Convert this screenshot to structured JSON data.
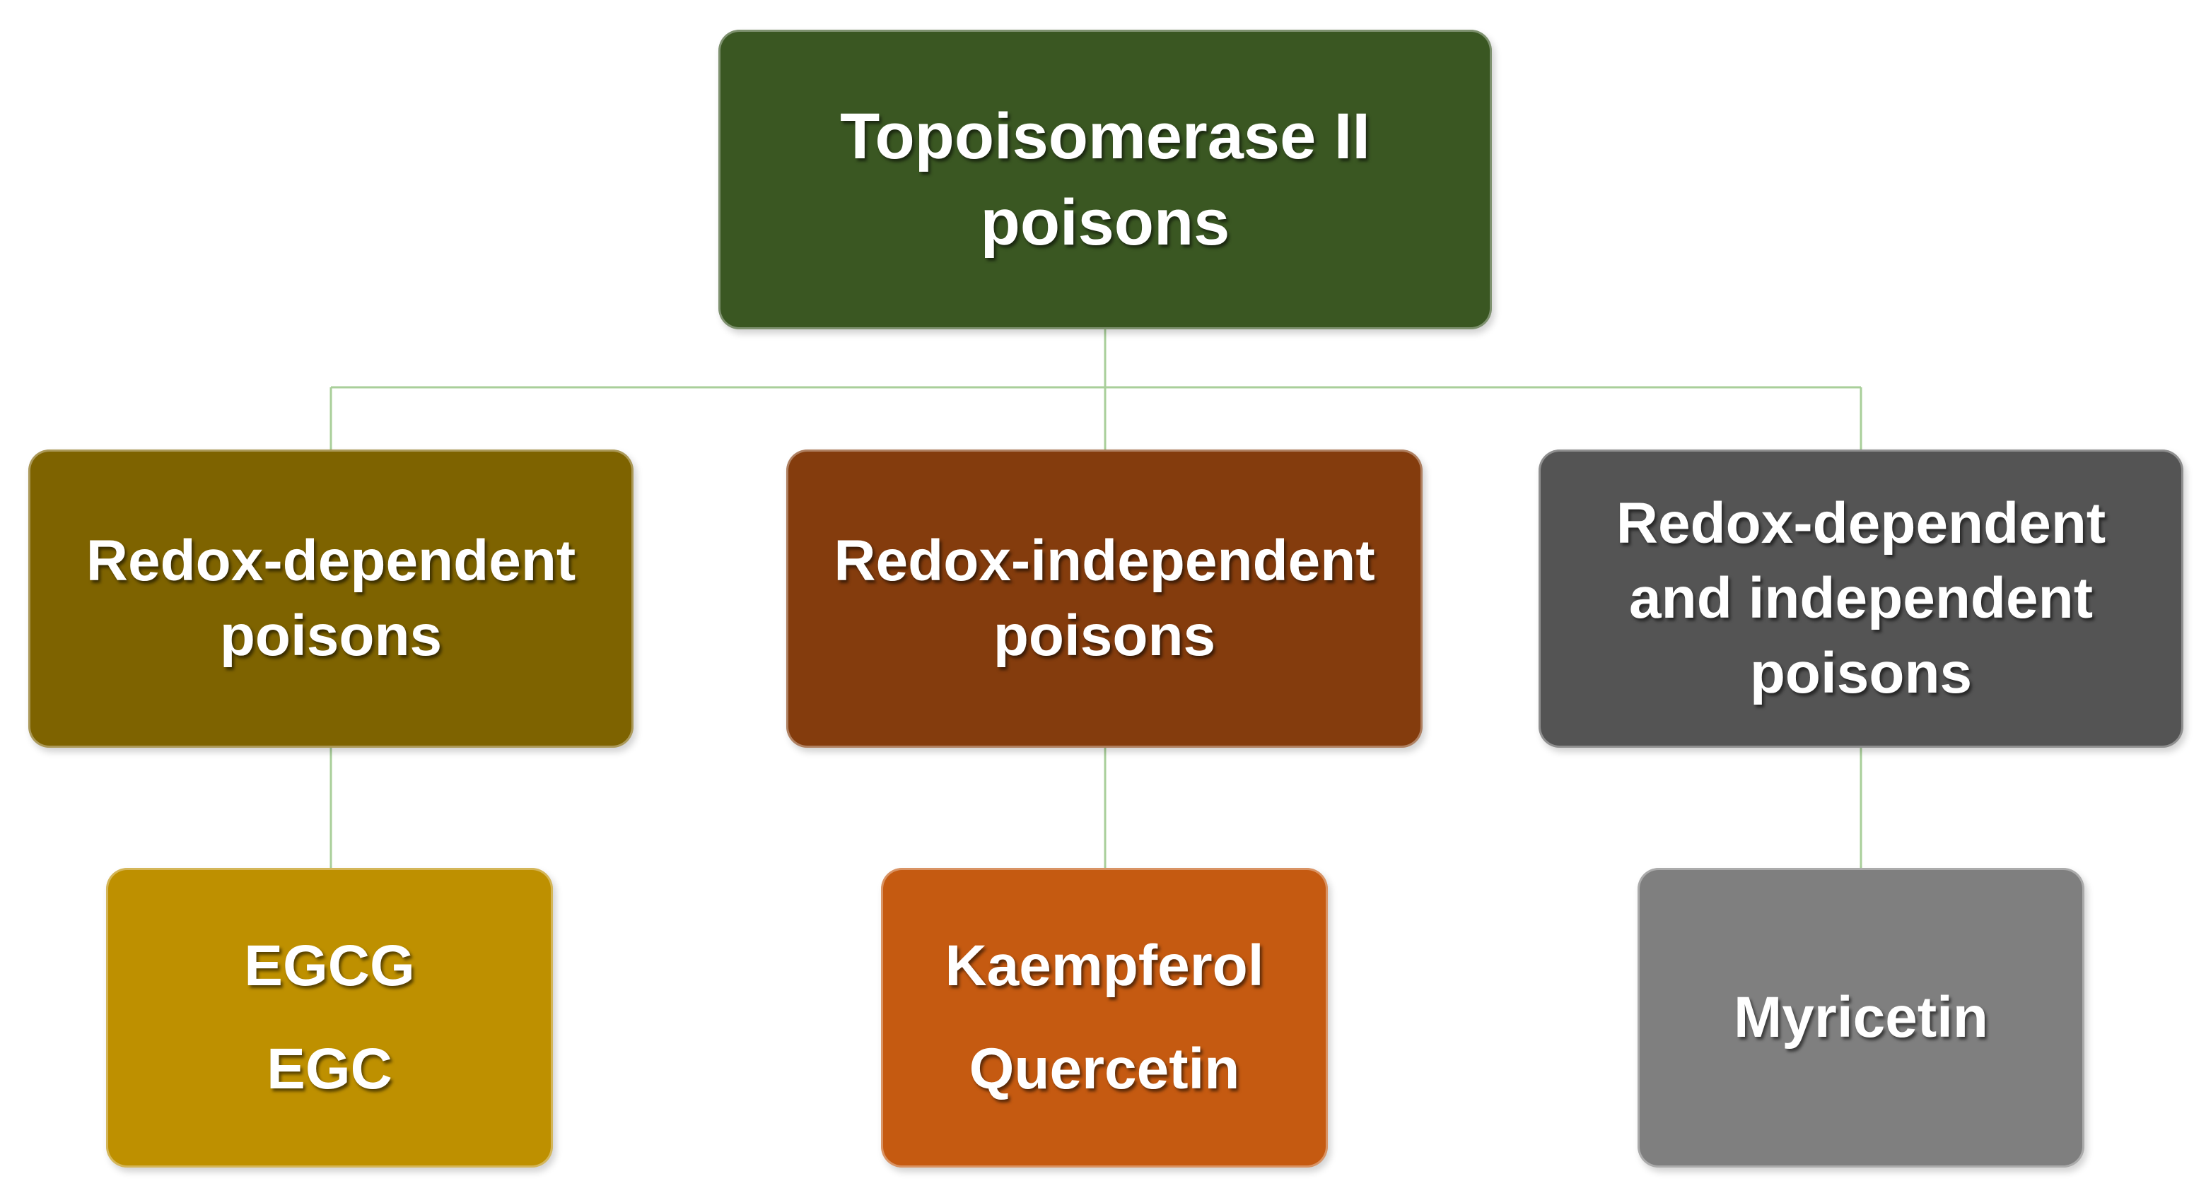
{
  "colors": {
    "connector": "#a9cf9a",
    "root": "#3a5722",
    "redox_dependent": "#7e6300",
    "redox_independent": "#843c0d",
    "redox_both": "#545454",
    "leaf_redox_dependent": "#be9000",
    "leaf_redox_independent": "#c55a11",
    "leaf_redox_both": "#7f7f7f"
  },
  "root": {
    "lines": [
      "Topoisomerase II",
      "poisons"
    ]
  },
  "categories": [
    {
      "lines": [
        "Redox-dependent",
        "poisons"
      ],
      "compounds": [
        "EGCG",
        "EGC"
      ]
    },
    {
      "lines": [
        "Redox-independent",
        "poisons"
      ],
      "compounds": [
        "Kaempferol",
        "Quercetin"
      ]
    },
    {
      "lines": [
        "Redox-dependent",
        "and independent",
        "poisons"
      ],
      "compounds": [
        "Myricetin"
      ]
    }
  ]
}
